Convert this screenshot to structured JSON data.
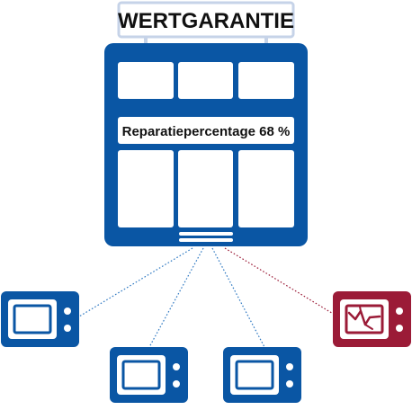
{
  "header": {
    "title": "WERTGARANTIE"
  },
  "building": {
    "repair_label": "Reparatiepercentage 68 %"
  },
  "devices": [
    {
      "state": "intact",
      "icon": "tv-icon"
    },
    {
      "state": "intact",
      "icon": "tv-icon"
    },
    {
      "state": "intact",
      "icon": "tv-icon"
    },
    {
      "state": "broken",
      "icon": "broken-tv-icon"
    }
  ],
  "colors": {
    "primary_blue": "#0a56a4",
    "broken_red": "#9b1b37",
    "sign_border": "#c6d3e8",
    "dotted_blue": "#2f79c2",
    "dotted_red": "#9b1b37"
  }
}
